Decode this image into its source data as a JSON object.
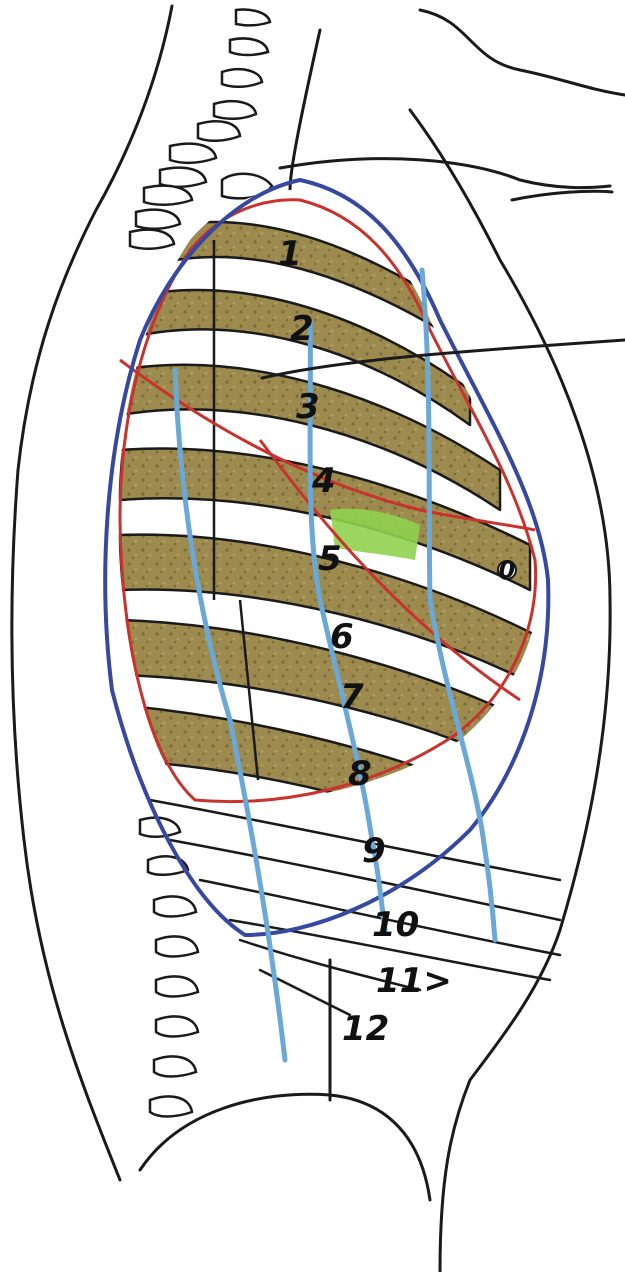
{
  "rib_labels": [
    "1",
    "2",
    "3",
    "4",
    "5",
    "6",
    "7",
    "8",
    "9",
    "10",
    "11>",
    "12"
  ],
  "heart_marker": "0",
  "colors": {
    "outline": "#1a1a1a",
    "rib_fill": "#9c8a4e",
    "lung_border": "#c8332d",
    "pleura_border": "#3748a0",
    "lines": "#6aa8d8",
    "highlight": "#8fd14f",
    "background": "#ffffff"
  }
}
